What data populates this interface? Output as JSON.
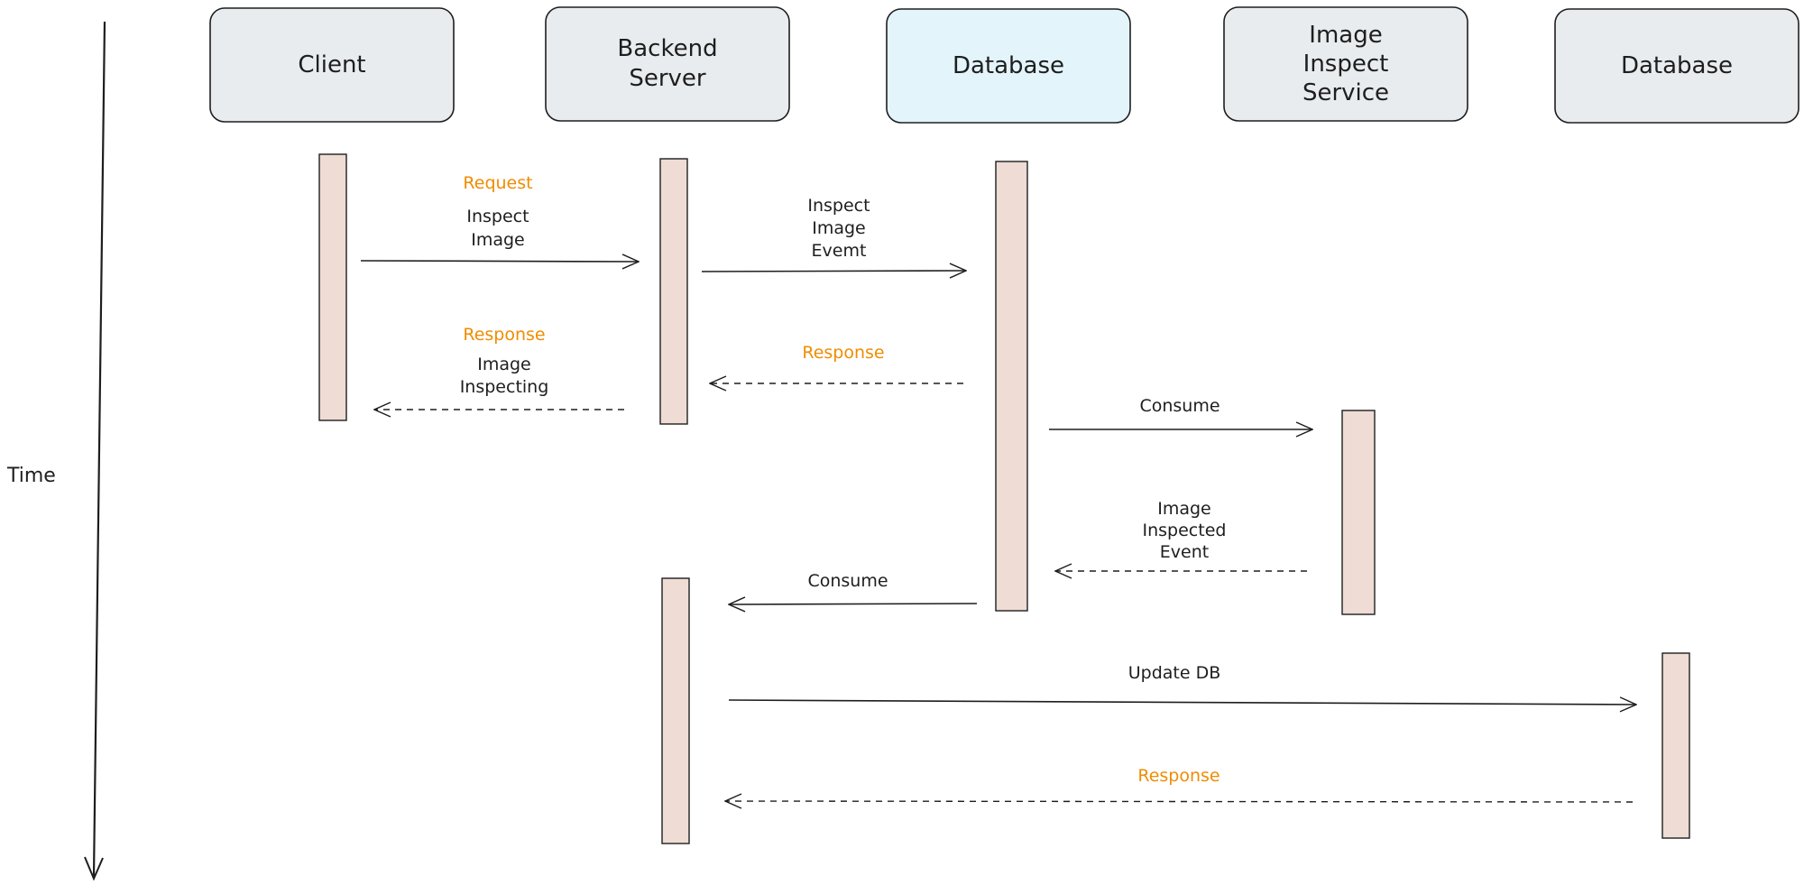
{
  "time_axis": {
    "label": "Time"
  },
  "colors": {
    "actor_fill": "#e9ecef",
    "actor_highlight_fill": "#e3f4fb",
    "activation_fill": "#eedcd5",
    "stroke": "#1e1e1e",
    "tag_orange": "#f08c00"
  },
  "actors": [
    {
      "id": "client",
      "lines": [
        "Client"
      ],
      "highlight": false
    },
    {
      "id": "backend",
      "lines": [
        "Backend",
        "Server"
      ],
      "highlight": false
    },
    {
      "id": "queue",
      "lines": [
        "Database"
      ],
      "highlight": true
    },
    {
      "id": "inspect",
      "lines": [
        "Image",
        "Inspect",
        "Service"
      ],
      "highlight": false
    },
    {
      "id": "db",
      "lines": [
        "Database"
      ],
      "highlight": false
    }
  ],
  "messages": [
    {
      "id": "request",
      "tag": "Request",
      "lines": [
        "Inspect",
        "Image"
      ],
      "style": "solid"
    },
    {
      "id": "inspect-event",
      "tag": "",
      "lines": [
        "Inspect",
        "Image",
        "Evemt"
      ],
      "style": "solid"
    },
    {
      "id": "response-client",
      "tag": "Response",
      "lines": [
        "Image",
        "Inspecting"
      ],
      "style": "dashed"
    },
    {
      "id": "response-backend",
      "tag": "Response",
      "lines": [],
      "style": "dashed"
    },
    {
      "id": "consume-inspect",
      "tag": "",
      "lines": [
        "Consume"
      ],
      "style": "solid"
    },
    {
      "id": "inspected-event",
      "tag": "",
      "lines": [
        "Image",
        "Inspected",
        "Event"
      ],
      "style": "dashed"
    },
    {
      "id": "consume-backend",
      "tag": "",
      "lines": [
        "Consume"
      ],
      "style": "solid"
    },
    {
      "id": "update-db",
      "tag": "",
      "lines": [
        "Update DB"
      ],
      "style": "solid"
    },
    {
      "id": "response-db",
      "tag": "Response",
      "lines": [],
      "style": "dashed"
    }
  ]
}
